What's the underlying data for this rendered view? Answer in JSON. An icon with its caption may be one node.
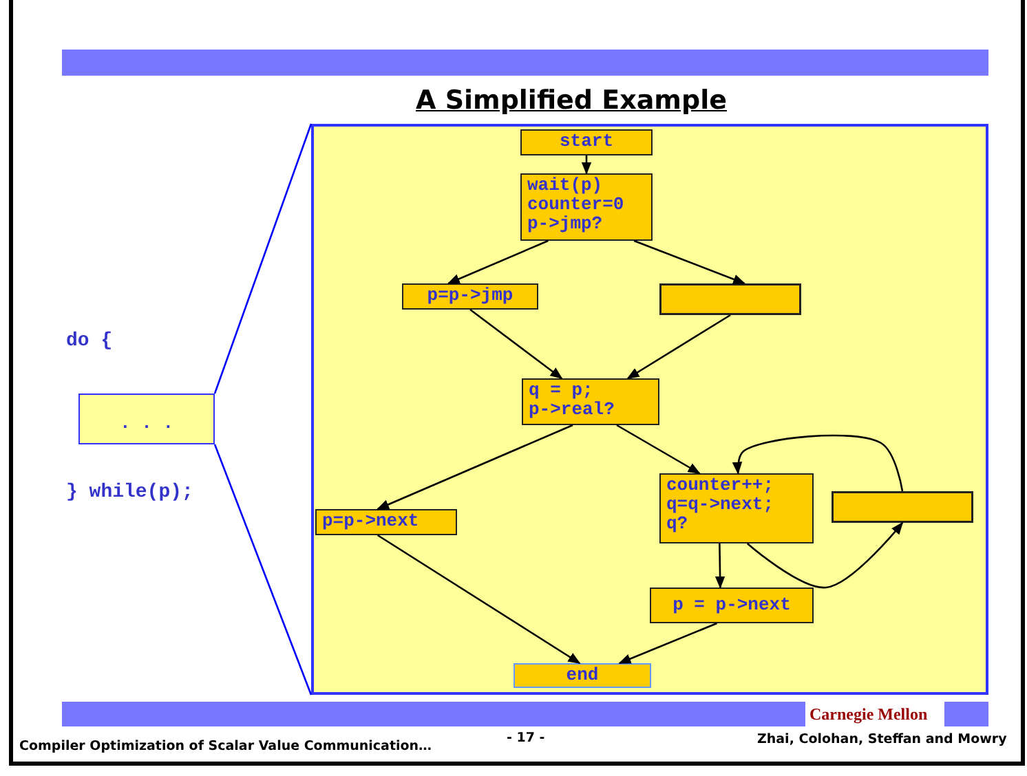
{
  "diagram": {
    "title": "A Simplified Example",
    "nodes": [
      {
        "text": [
          ". . ."
        ]
      },
      {
        "text": [],
        "shape": "box"
      },
      {
        "text": [
          "start"
        ],
        "in": 1
      },
      {
        "text": [
          "wait(p)",
          "counter=0",
          "p->jmp?"
        ],
        "in": 1
      },
      {
        "text": [
          "p=p->jmp"
        ],
        "in": 1
      },
      {
        "text": [],
        "shape": "box",
        "in": 1
      },
      {
        "text": [
          "q = p;",
          "p->real?"
        ],
        "in": 1
      },
      {
        "text": [
          "p=p->next"
        ],
        "in": 1
      },
      {
        "text": [
          "counter++;",
          "q=q->next;",
          "q?"
        ],
        "in": 1
      },
      {
        "text": [],
        "shape": "box",
        "in": 1
      },
      {
        "text": [
          "p = p->next"
        ],
        "in": 1
      },
      {
        "text": [
          "end"
        ],
        "in": 1
      }
    ],
    "edges": [
      {
        "from": 0,
        "to": 1,
        "arrow": "none",
        "color": "#0000ff"
      },
      {
        "from": 0,
        "to": 1,
        "arrow": "none",
        "color": "#0000ff"
      },
      {
        "from": 2,
        "to": 3,
        "arrow": "to"
      },
      {
        "from": 3,
        "to": 4,
        "arrow": "to"
      },
      {
        "from": 3,
        "to": 5,
        "arrow": "to"
      },
      {
        "from": 4,
        "to": 6,
        "arrow": "to"
      },
      {
        "from": 5,
        "to": 6,
        "arrow": "to"
      },
      {
        "from": 6,
        "to": 7,
        "arrow": "to"
      },
      {
        "from": 6,
        "to": 8,
        "arrow": "to"
      },
      {
        "from": 8,
        "to": 9,
        "arrow": "to"
      },
      {
        "from": 9,
        "to": 8,
        "arrow": "to"
      },
      {
        "from": 8,
        "to": 10,
        "arrow": "to"
      },
      {
        "from": 7,
        "to": 11,
        "arrow": "to"
      },
      {
        "from": 10,
        "to": 11,
        "arrow": "to"
      }
    ],
    "labels": [
      "do {",
      "} while(p);",
      "Carnegie Mellon",
      "Compiler Optimization of Scalar Value Communication…",
      "- 17 -",
      "Zhai, Colohan, Steffan and Mowry"
    ]
  }
}
